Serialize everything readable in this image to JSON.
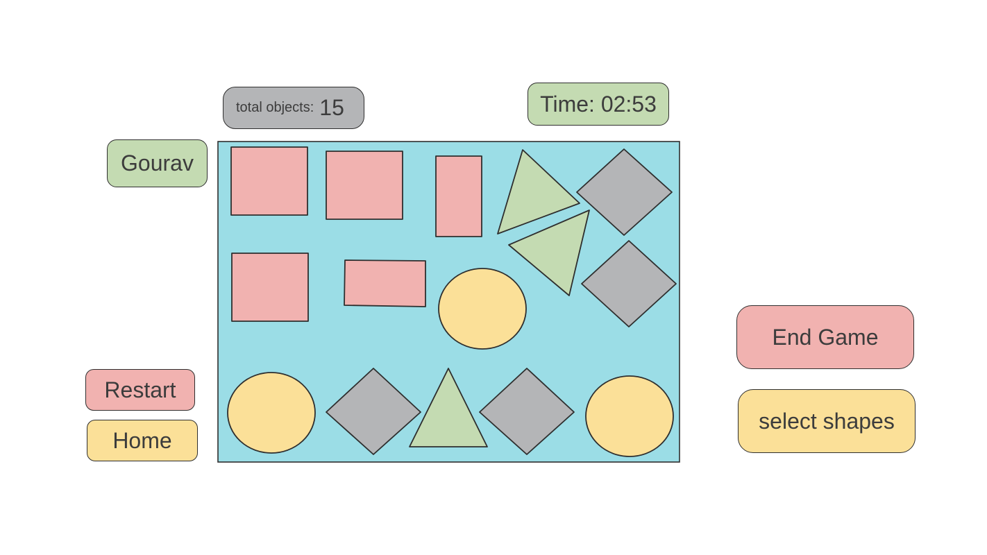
{
  "player": {
    "name": "Gourav"
  },
  "counter": {
    "label": "total objects:",
    "value": "15"
  },
  "timer": {
    "text": "Time: 02:53"
  },
  "controls": {
    "restart_label": "Restart",
    "home_label": "Home",
    "end_game_label": "End Game",
    "select_shapes_label": "select shapes"
  },
  "colors": {
    "board": "#9bdde6",
    "square": "#f1b2b0",
    "triangle": "#c4dbb2",
    "diamond": "#b4b5b7",
    "circle": "#fbe098",
    "outline": "#2e2e2e"
  },
  "shapes": [
    {
      "type": "square",
      "name": "shape-square"
    },
    {
      "type": "square",
      "name": "shape-square"
    },
    {
      "type": "rectangle",
      "name": "shape-rectangle"
    },
    {
      "type": "triangle",
      "name": "shape-triangle"
    },
    {
      "type": "diamond",
      "name": "shape-diamond"
    },
    {
      "type": "square",
      "name": "shape-square"
    },
    {
      "type": "rectangle",
      "name": "shape-rectangle"
    },
    {
      "type": "circle",
      "name": "shape-circle"
    },
    {
      "type": "triangle",
      "name": "shape-triangle"
    },
    {
      "type": "diamond",
      "name": "shape-diamond"
    },
    {
      "type": "circle",
      "name": "shape-circle"
    },
    {
      "type": "diamond",
      "name": "shape-diamond"
    },
    {
      "type": "triangle",
      "name": "shape-triangle"
    },
    {
      "type": "diamond",
      "name": "shape-diamond"
    },
    {
      "type": "circle",
      "name": "shape-circle"
    }
  ]
}
